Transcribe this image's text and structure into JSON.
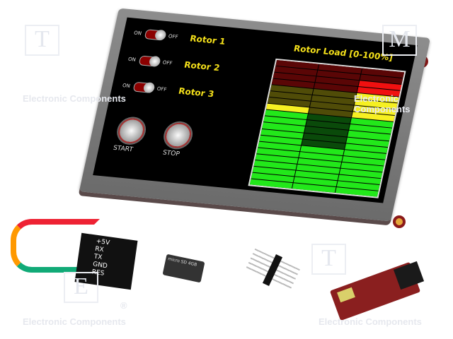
{
  "watermark": {
    "letters": [
      "T",
      "M",
      "E"
    ],
    "text": "Electronic Components",
    "registered": "®"
  },
  "display": {
    "rotors": [
      {
        "label": "Rotor 1",
        "on": "ON",
        "off": "OFF"
      },
      {
        "label": "Rotor 2",
        "on": "ON",
        "off": "OFF"
      },
      {
        "label": "Rotor 3",
        "on": "ON",
        "off": "OFF"
      }
    ],
    "buttons": {
      "start": "START",
      "stop": "STOP"
    },
    "chart_title": "Rotor Load [0-100%]",
    "bar_levels_percent": [
      65,
      35,
      90
    ],
    "rows": 20,
    "zones": {
      "red_rows": 4,
      "yellow_rows": 4,
      "green_rows": 12
    },
    "colors": {
      "green_on": "#22e81a",
      "green_off": "#0a4a0a",
      "yellow_on": "#f6f022",
      "yellow_off": "#504c08",
      "red_on": "#f01010",
      "red_off": "#5a0606",
      "text": "#f4e01a"
    }
  },
  "cable": {
    "pins": [
      "+5V",
      "RX",
      "TX",
      "GND",
      "RES"
    ]
  },
  "sdcard": {
    "label": "micro SD 4GB"
  }
}
